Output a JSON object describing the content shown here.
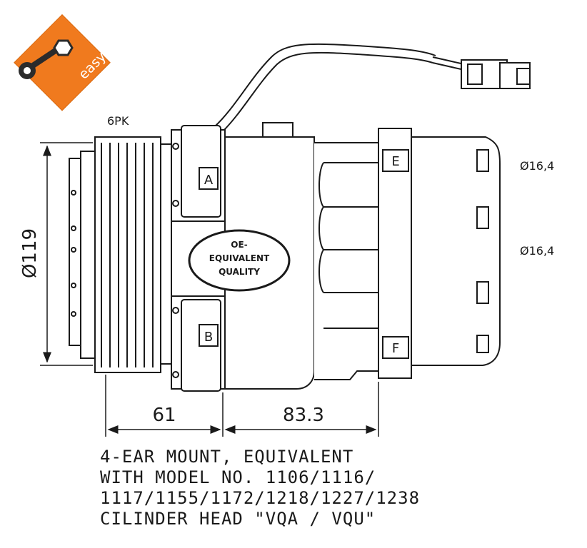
{
  "badge": {
    "brand": "easyfit",
    "color": "#f07a1e"
  },
  "labels": {
    "belt": "6PK",
    "diameter_pulley": "Ø119",
    "port_top": "Ø16,4",
    "port_bottom": "Ø16,4",
    "dim_left": "61",
    "dim_right": "83.3",
    "port_a": "A",
    "port_b": "B",
    "port_e": "E",
    "port_f": "F"
  },
  "oe_label": {
    "line1": "OE-",
    "line2": "EQUIVALENT",
    "line3": "QUALITY"
  },
  "notes": [
    "4-EAR MOUNT, EQUIVALENT",
    "WITH MODEL NO. 1106/1116/",
    "1117/1155/1172/1218/1227/1238",
    "CILINDER HEAD \"VQA / VQU\""
  ],
  "icons": [
    "wrench-icon"
  ]
}
